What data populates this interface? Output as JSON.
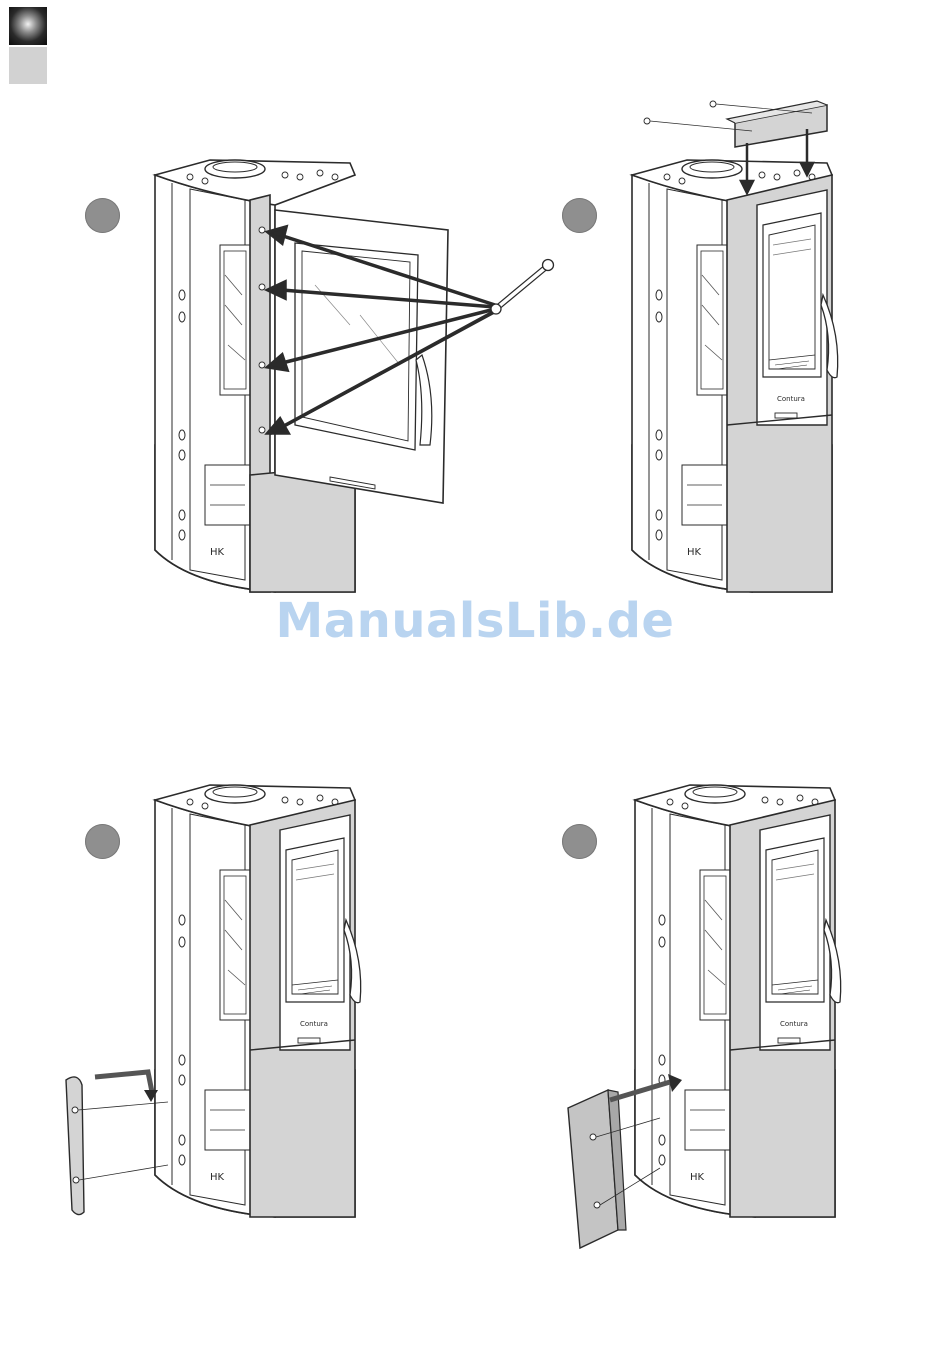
{
  "document": {
    "watermark": "ManualsLib.de",
    "colors": {
      "badge": "#8f8f8f",
      "panel": "#d4d4d4",
      "line": "#2b2b2b",
      "watermark": "#b9d4f0"
    },
    "icons": [
      "wrench-icon",
      "screw-icon",
      "arrow-icon"
    ],
    "steps": [
      {
        "id": "step-1",
        "illustration": "door-removal"
      },
      {
        "id": "step-2",
        "illustration": "top-cover-mount"
      },
      {
        "id": "step-3",
        "illustration": "side-panel-left"
      },
      {
        "id": "step-4",
        "illustration": "side-panel-right"
      }
    ]
  }
}
